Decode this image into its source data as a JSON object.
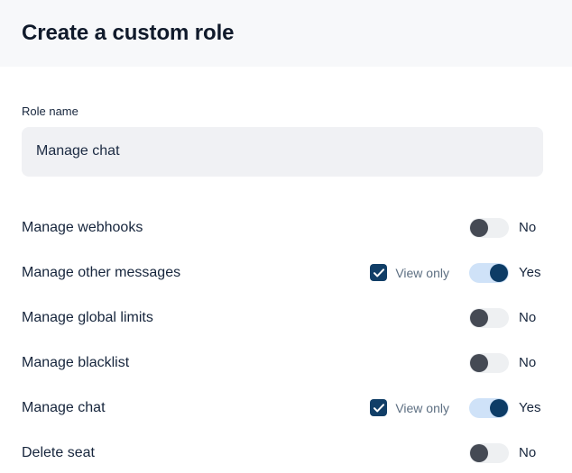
{
  "header": {
    "title": "Create a custom role"
  },
  "form": {
    "role_name": {
      "label": "Role name",
      "value": "Manage chat",
      "placeholder": "Role name"
    }
  },
  "permissions": {
    "view_only_label": "View only",
    "value_on": "Yes",
    "value_off": "No",
    "rows": [
      {
        "label": "Manage webhooks",
        "enabled": false,
        "value": "No",
        "has_view_only": false,
        "view_only_label": "View only",
        "view_only_checked": false
      },
      {
        "label": "Manage other messages",
        "enabled": true,
        "value": "Yes",
        "has_view_only": true,
        "view_only_label": "View only",
        "view_only_checked": true
      },
      {
        "label": "Manage global limits",
        "enabled": false,
        "value": "No",
        "has_view_only": false,
        "view_only_label": "View only",
        "view_only_checked": false
      },
      {
        "label": "Manage blacklist",
        "enabled": false,
        "value": "No",
        "has_view_only": false,
        "view_only_label": "View only",
        "view_only_checked": false
      },
      {
        "label": "Manage chat",
        "enabled": true,
        "value": "Yes",
        "has_view_only": true,
        "view_only_label": "View only",
        "view_only_checked": true
      },
      {
        "label": "Delete seat",
        "enabled": false,
        "value": "No",
        "has_view_only": false,
        "view_only_label": "View only",
        "view_only_checked": false
      }
    ]
  },
  "colors": {
    "header_bg": "#f7f8fa",
    "text": "#16253c",
    "input_bg": "#f0f1f4",
    "toggle_off_track": "#eef0f2",
    "toggle_off_knob": "#454a54",
    "toggle_on_track": "#cfe2f8",
    "toggle_on_knob": "#0d3c66",
    "checkbox_fill": "#113e67",
    "view_only_text": "#5d6f82"
  },
  "icons": {
    "checkmark": "check-icon"
  }
}
